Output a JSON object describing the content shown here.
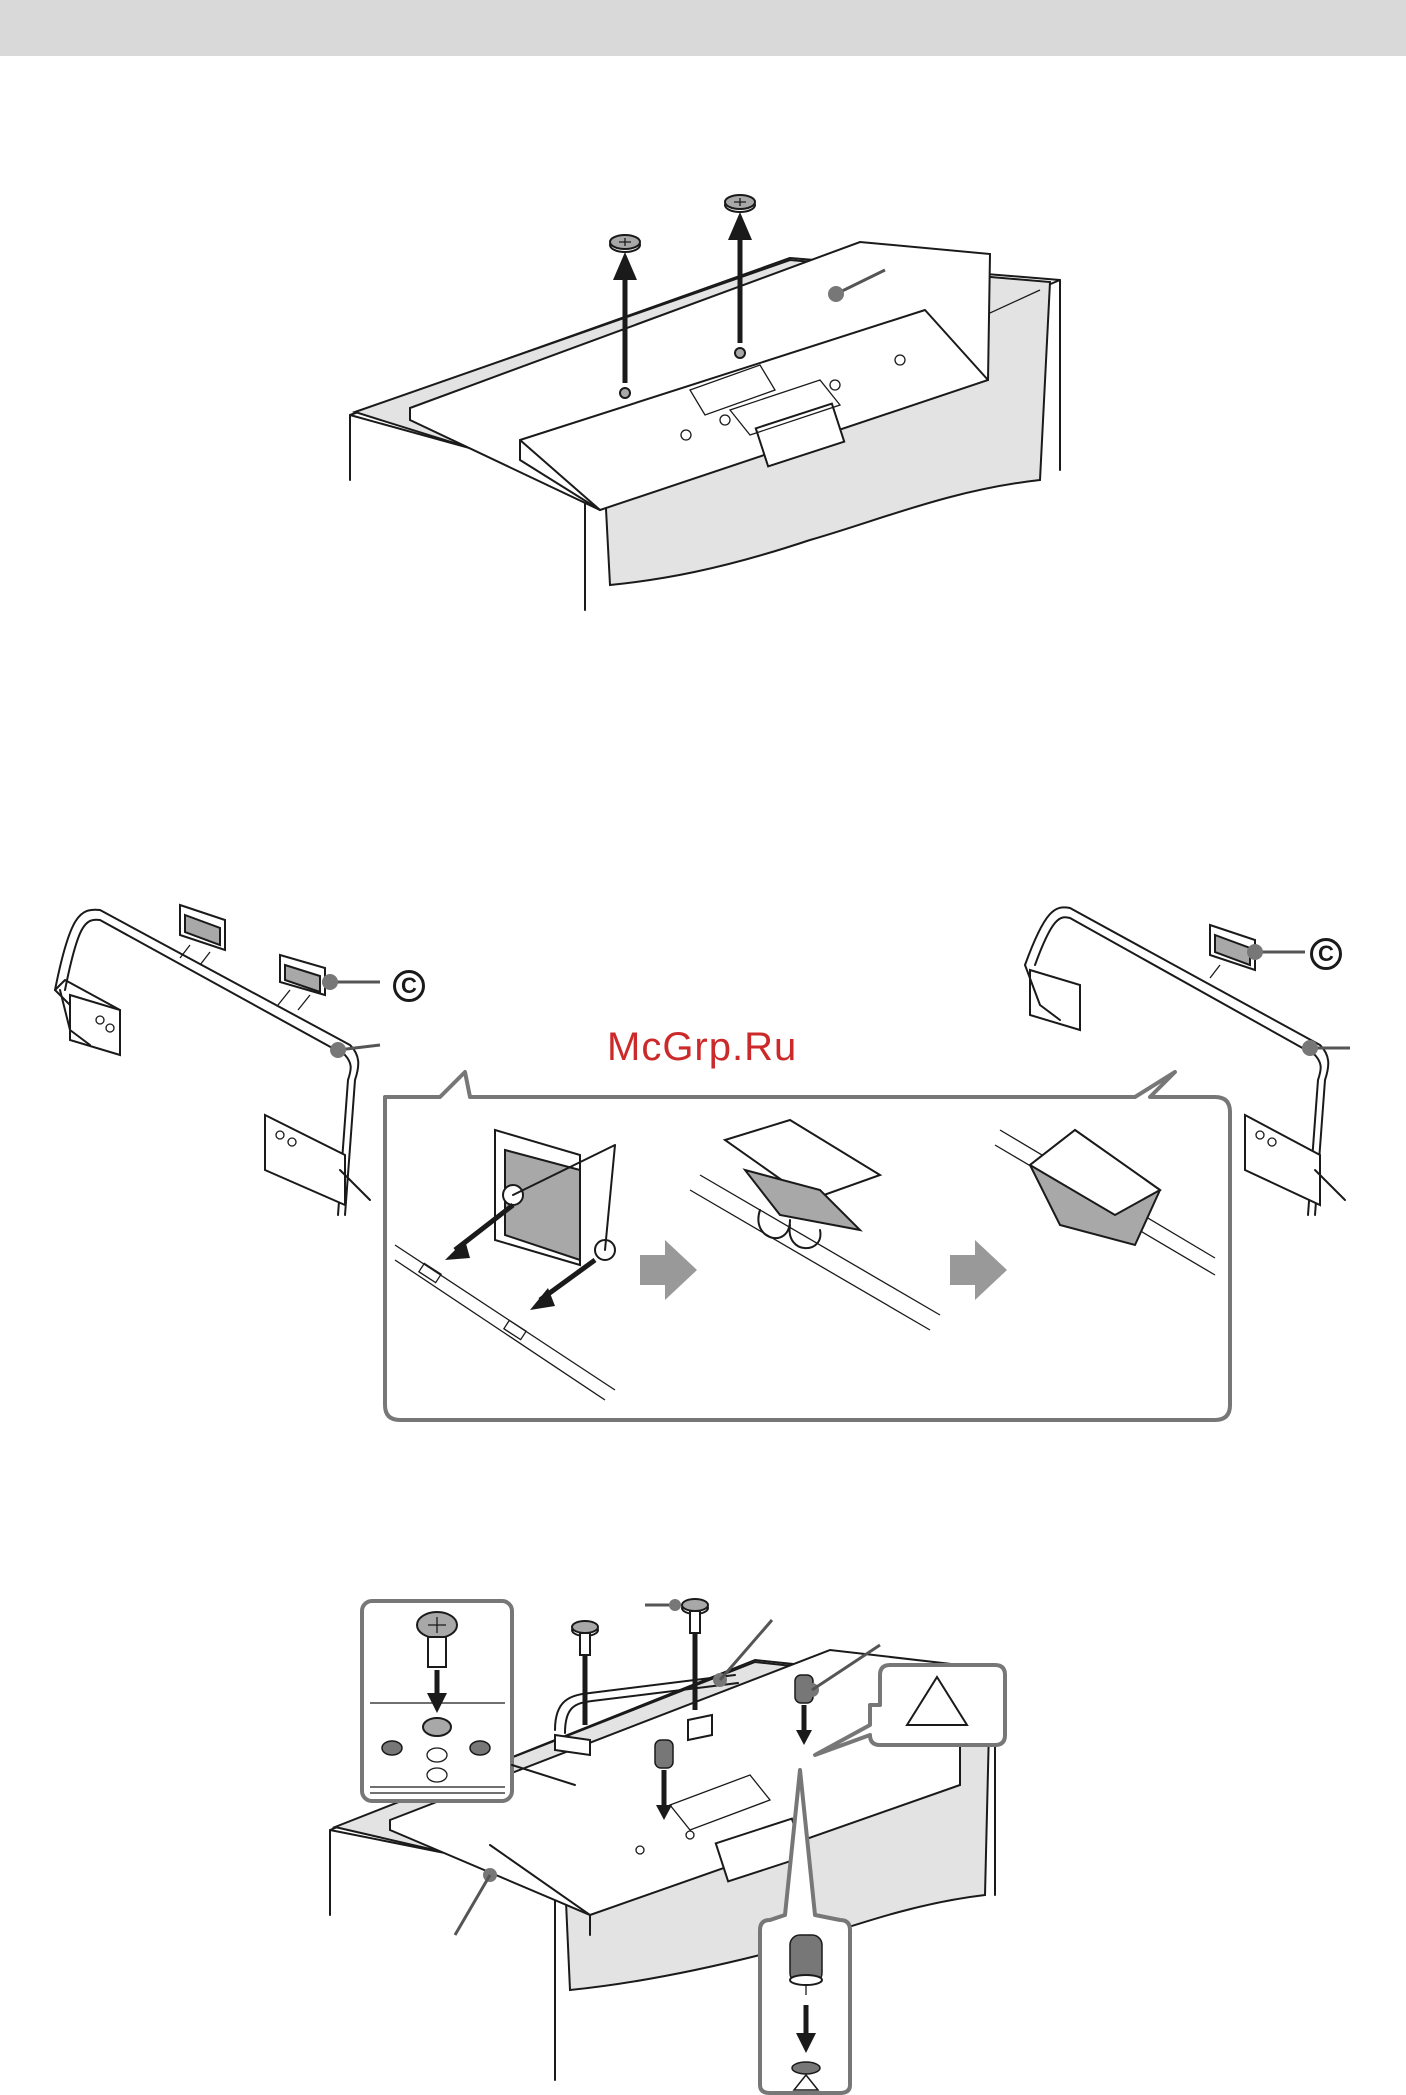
{
  "watermark": {
    "text": "McGrp.Ru",
    "color": "#cc2a2a"
  },
  "part_labels": {
    "part_c_left": "C",
    "part_c_right": "C"
  },
  "colors": {
    "header_bar": "#d9d9d9",
    "cloth": "#e3e3e3",
    "panel_border": "#777777",
    "step_arrow": "#999999"
  },
  "icons": [
    "screw-icon",
    "up-arrow-icon",
    "down-arrow-icon",
    "right-arrow-icon",
    "triangle-mark-icon",
    "stand-base-icon",
    "clip-icon",
    "pin-icon"
  ]
}
